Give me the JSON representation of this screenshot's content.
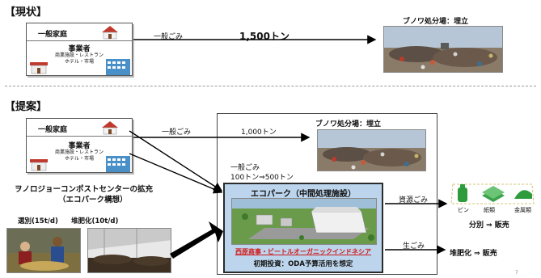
{
  "current": {
    "title": "【現状】",
    "household": "一般家庭",
    "business": "事業者",
    "business_sub1": "商業施設・レストラン",
    "business_sub2": "ホテル・市場",
    "flow_label": "一般ごみ",
    "flow_amount": "1,500トン",
    "landfill": "ブノワ処分場：埋立"
  },
  "proposal": {
    "title": "【提案】",
    "household": "一般家庭",
    "business": "事業者",
    "business_sub1": "商業施設・レストラン",
    "business_sub2": "ホテル・市場",
    "flow_label": "一般ごみ",
    "flow_amount": "1,000トン",
    "landfill": "ブノワ処分場：埋立",
    "diverted_label": "一般ごみ",
    "diverted_amount": "100トン⇒500トン",
    "ecopark_title": "エコパーク（中間処理施設）",
    "ecopark_partner": "西原商事・ビートルオーガニックインドネシア",
    "ecopark_invest": "初期投資：ODA予算活用を想定",
    "expansion_title": "ヲノロジョーコンポストセンターの拡充",
    "expansion_sub": "（エコパーク構想）",
    "sorting_label": "選別(15t/d)",
    "composting_label": "堆肥化(10t/d)",
    "resource_label": "資源ごみ",
    "raw_label": "生ごみ",
    "bottle_label": "ビン",
    "paper_label": "紙類",
    "metal_label": "金属類",
    "sort_sell": "分別 ⇒ 販売",
    "compost_sell": "堆肥化 ⇒ 販売"
  },
  "page_number": "7",
  "colors": {
    "roof": "#c0392b",
    "ecopark_bg": "#bcd5ec",
    "ecopark_border": "#2b2b2b",
    "partner_text": "#d11a1a",
    "recycle_green": "#2e9b3c",
    "arrow": "#000000"
  }
}
